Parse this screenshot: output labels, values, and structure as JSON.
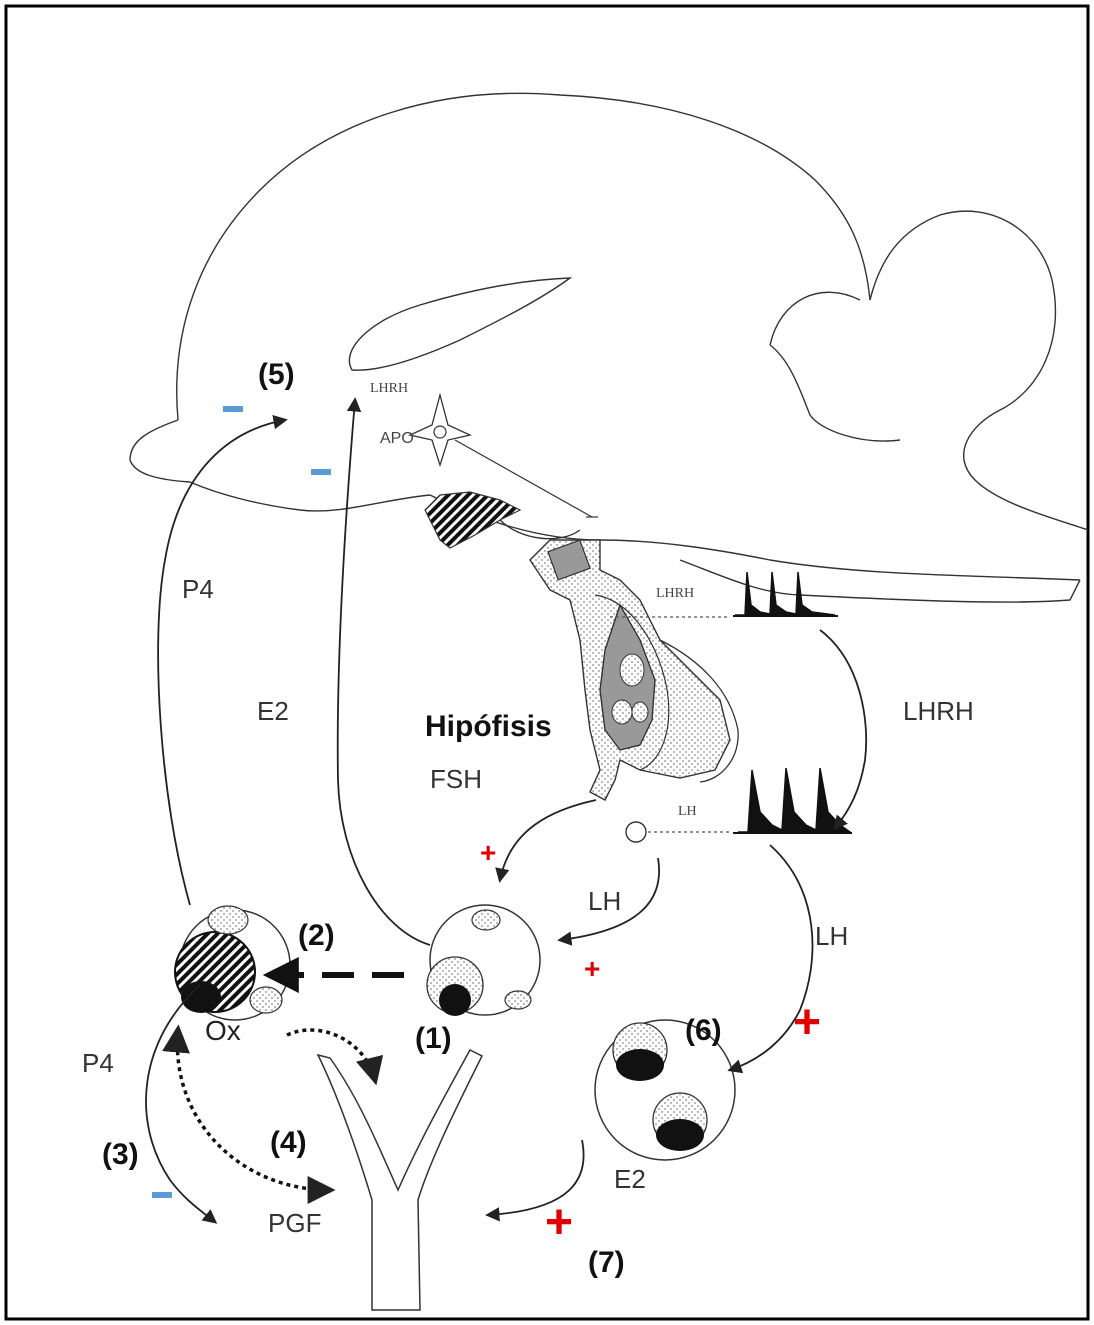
{
  "labels": {
    "p4_top": "P4",
    "e2_left": "E2",
    "hipofisis": "Hipófisis",
    "lhrh_right": "LHRH",
    "fsh": "FSH",
    "lh_mid": "LH",
    "lh_right": "LH",
    "ox": "Ox",
    "p4_bottom": "P4",
    "pgf": "PGF",
    "e2_bottom": "E2",
    "lhrh_brain": "LHRH",
    "apo": "APO",
    "lhrh_pulse": "LHRH",
    "lh_pulse": "LH"
  },
  "numbers": {
    "n1": "(1)",
    "n2": "(2)",
    "n3": "(3)",
    "n4": "(4)",
    "n5": "(5)",
    "n6": "(6)",
    "n7": "(7)"
  },
  "signs": {
    "plus": "+",
    "minus": "−"
  },
  "colors": {
    "plus": "#e00000",
    "minus": "#5b9bd5",
    "line": "#222222",
    "frame": "#000000"
  }
}
